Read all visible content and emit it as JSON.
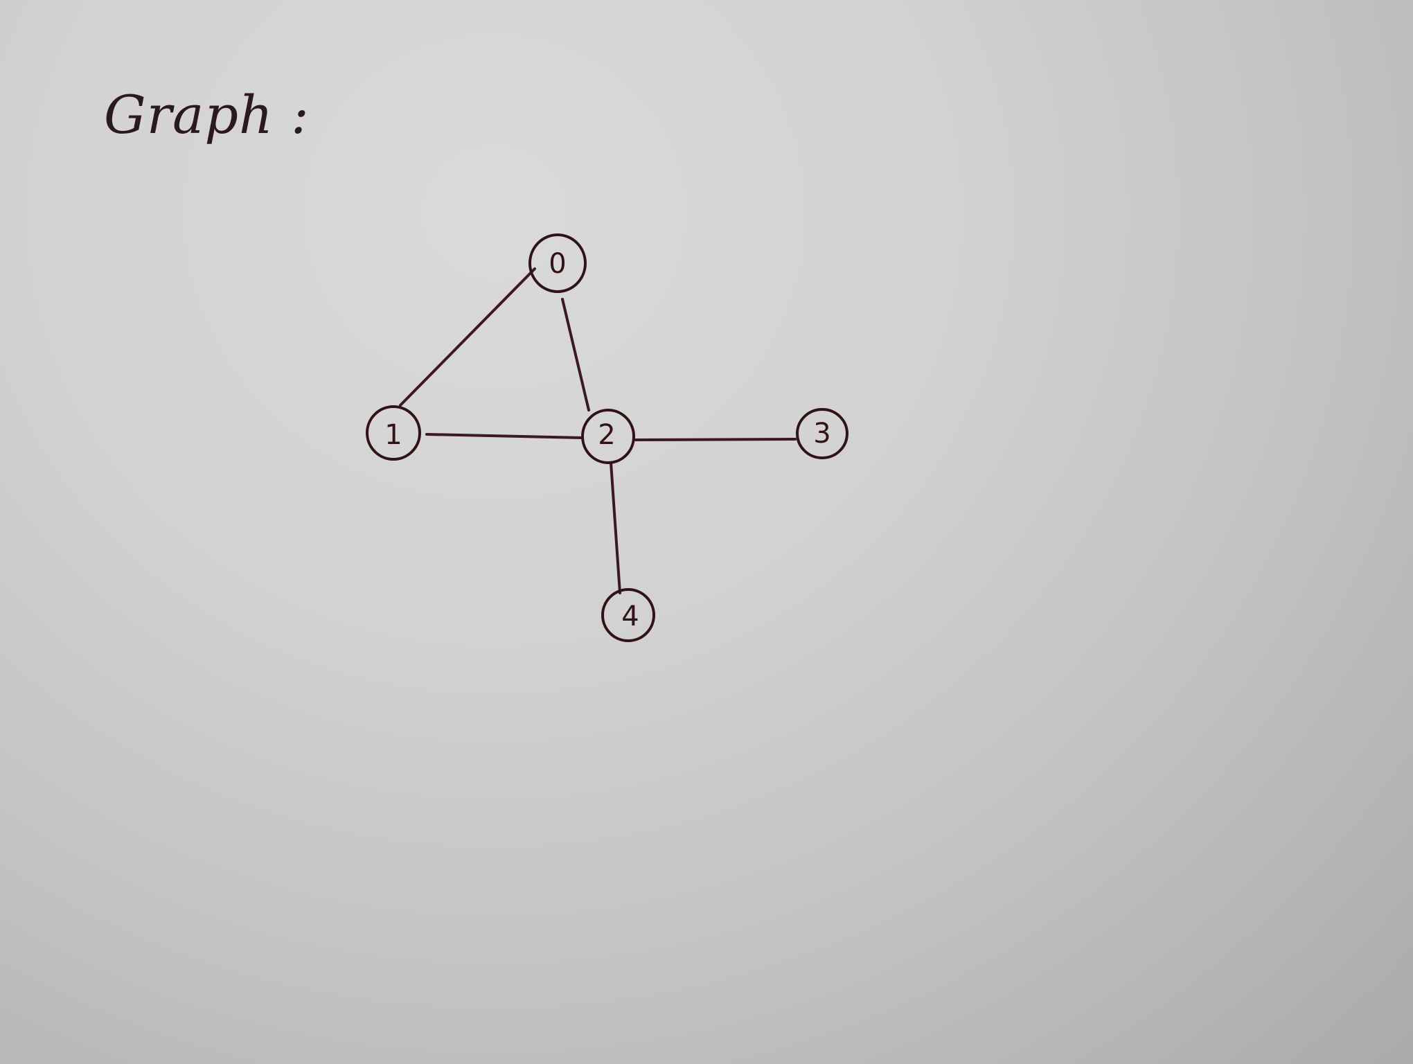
{
  "title": "Graph :",
  "graph": {
    "nodes": [
      {
        "id": "0",
        "label": "0"
      },
      {
        "id": "1",
        "label": "1"
      },
      {
        "id": "2",
        "label": "2"
      },
      {
        "id": "3",
        "label": "3"
      },
      {
        "id": "4",
        "label": "4"
      }
    ],
    "edges": [
      {
        "from": "0",
        "to": "1"
      },
      {
        "from": "0",
        "to": "2"
      },
      {
        "from": "1",
        "to": "2"
      },
      {
        "from": "2",
        "to": "3"
      },
      {
        "from": "2",
        "to": "4"
      }
    ]
  },
  "colors": {
    "ink": "#2e1418",
    "paper": "#d6d4d2"
  }
}
